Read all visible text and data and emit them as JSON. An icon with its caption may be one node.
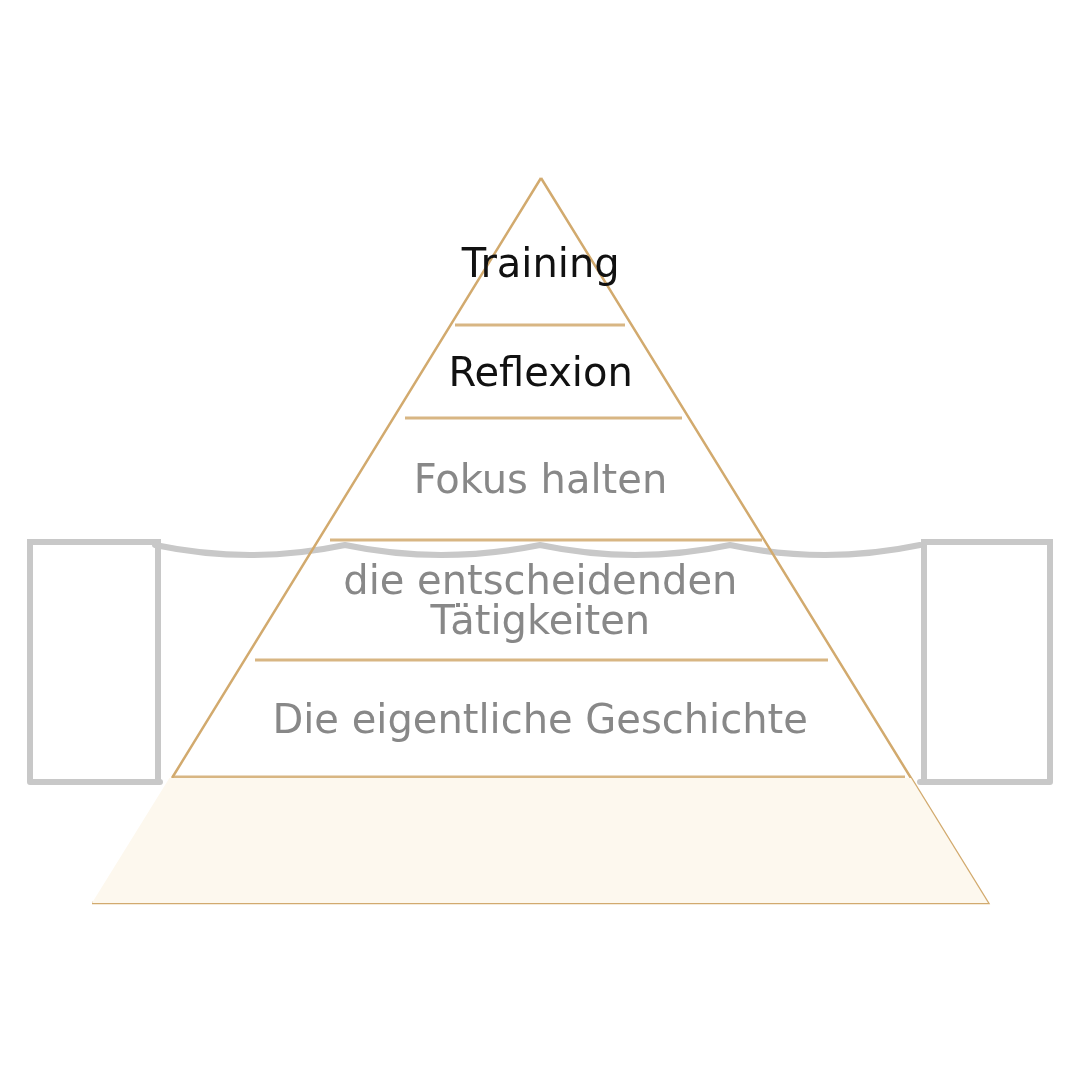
{
  "diagram": {
    "nodes": [
      {
        "text": [
          "Training"
        ]
      },
      {
        "text": [
          "Reflexion"
        ]
      },
      {
        "text": [
          "Fokus halten"
        ]
      },
      {
        "text": [
          "die entscheidenden Tätigkeiten"
        ]
      },
      {
        "text": [
          "Die eigentliche Geschichte"
        ]
      },
      {
        "text": [],
        "shape": "band"
      }
    ]
  }
}
